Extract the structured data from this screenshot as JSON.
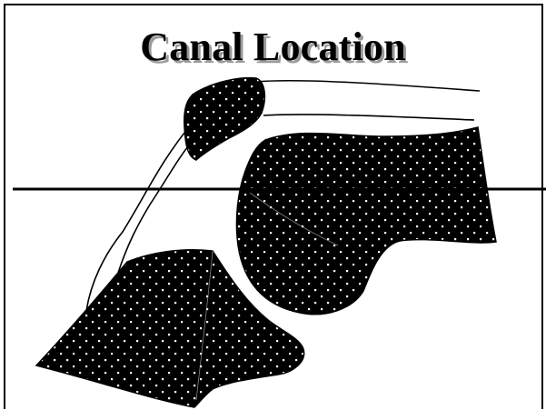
{
  "slide": {
    "title": "Canal Location"
  },
  "colors": {
    "background": "#ffffff",
    "shape_fill": "#000000",
    "dot": "#ffffff",
    "line": "#000000",
    "title_shadow": "#9a9a9a"
  },
  "icons": [
    "upper-bone-fragment",
    "main-bone-mass",
    "lower-bone-base",
    "canal-outline",
    "horizontal-reference-line"
  ]
}
